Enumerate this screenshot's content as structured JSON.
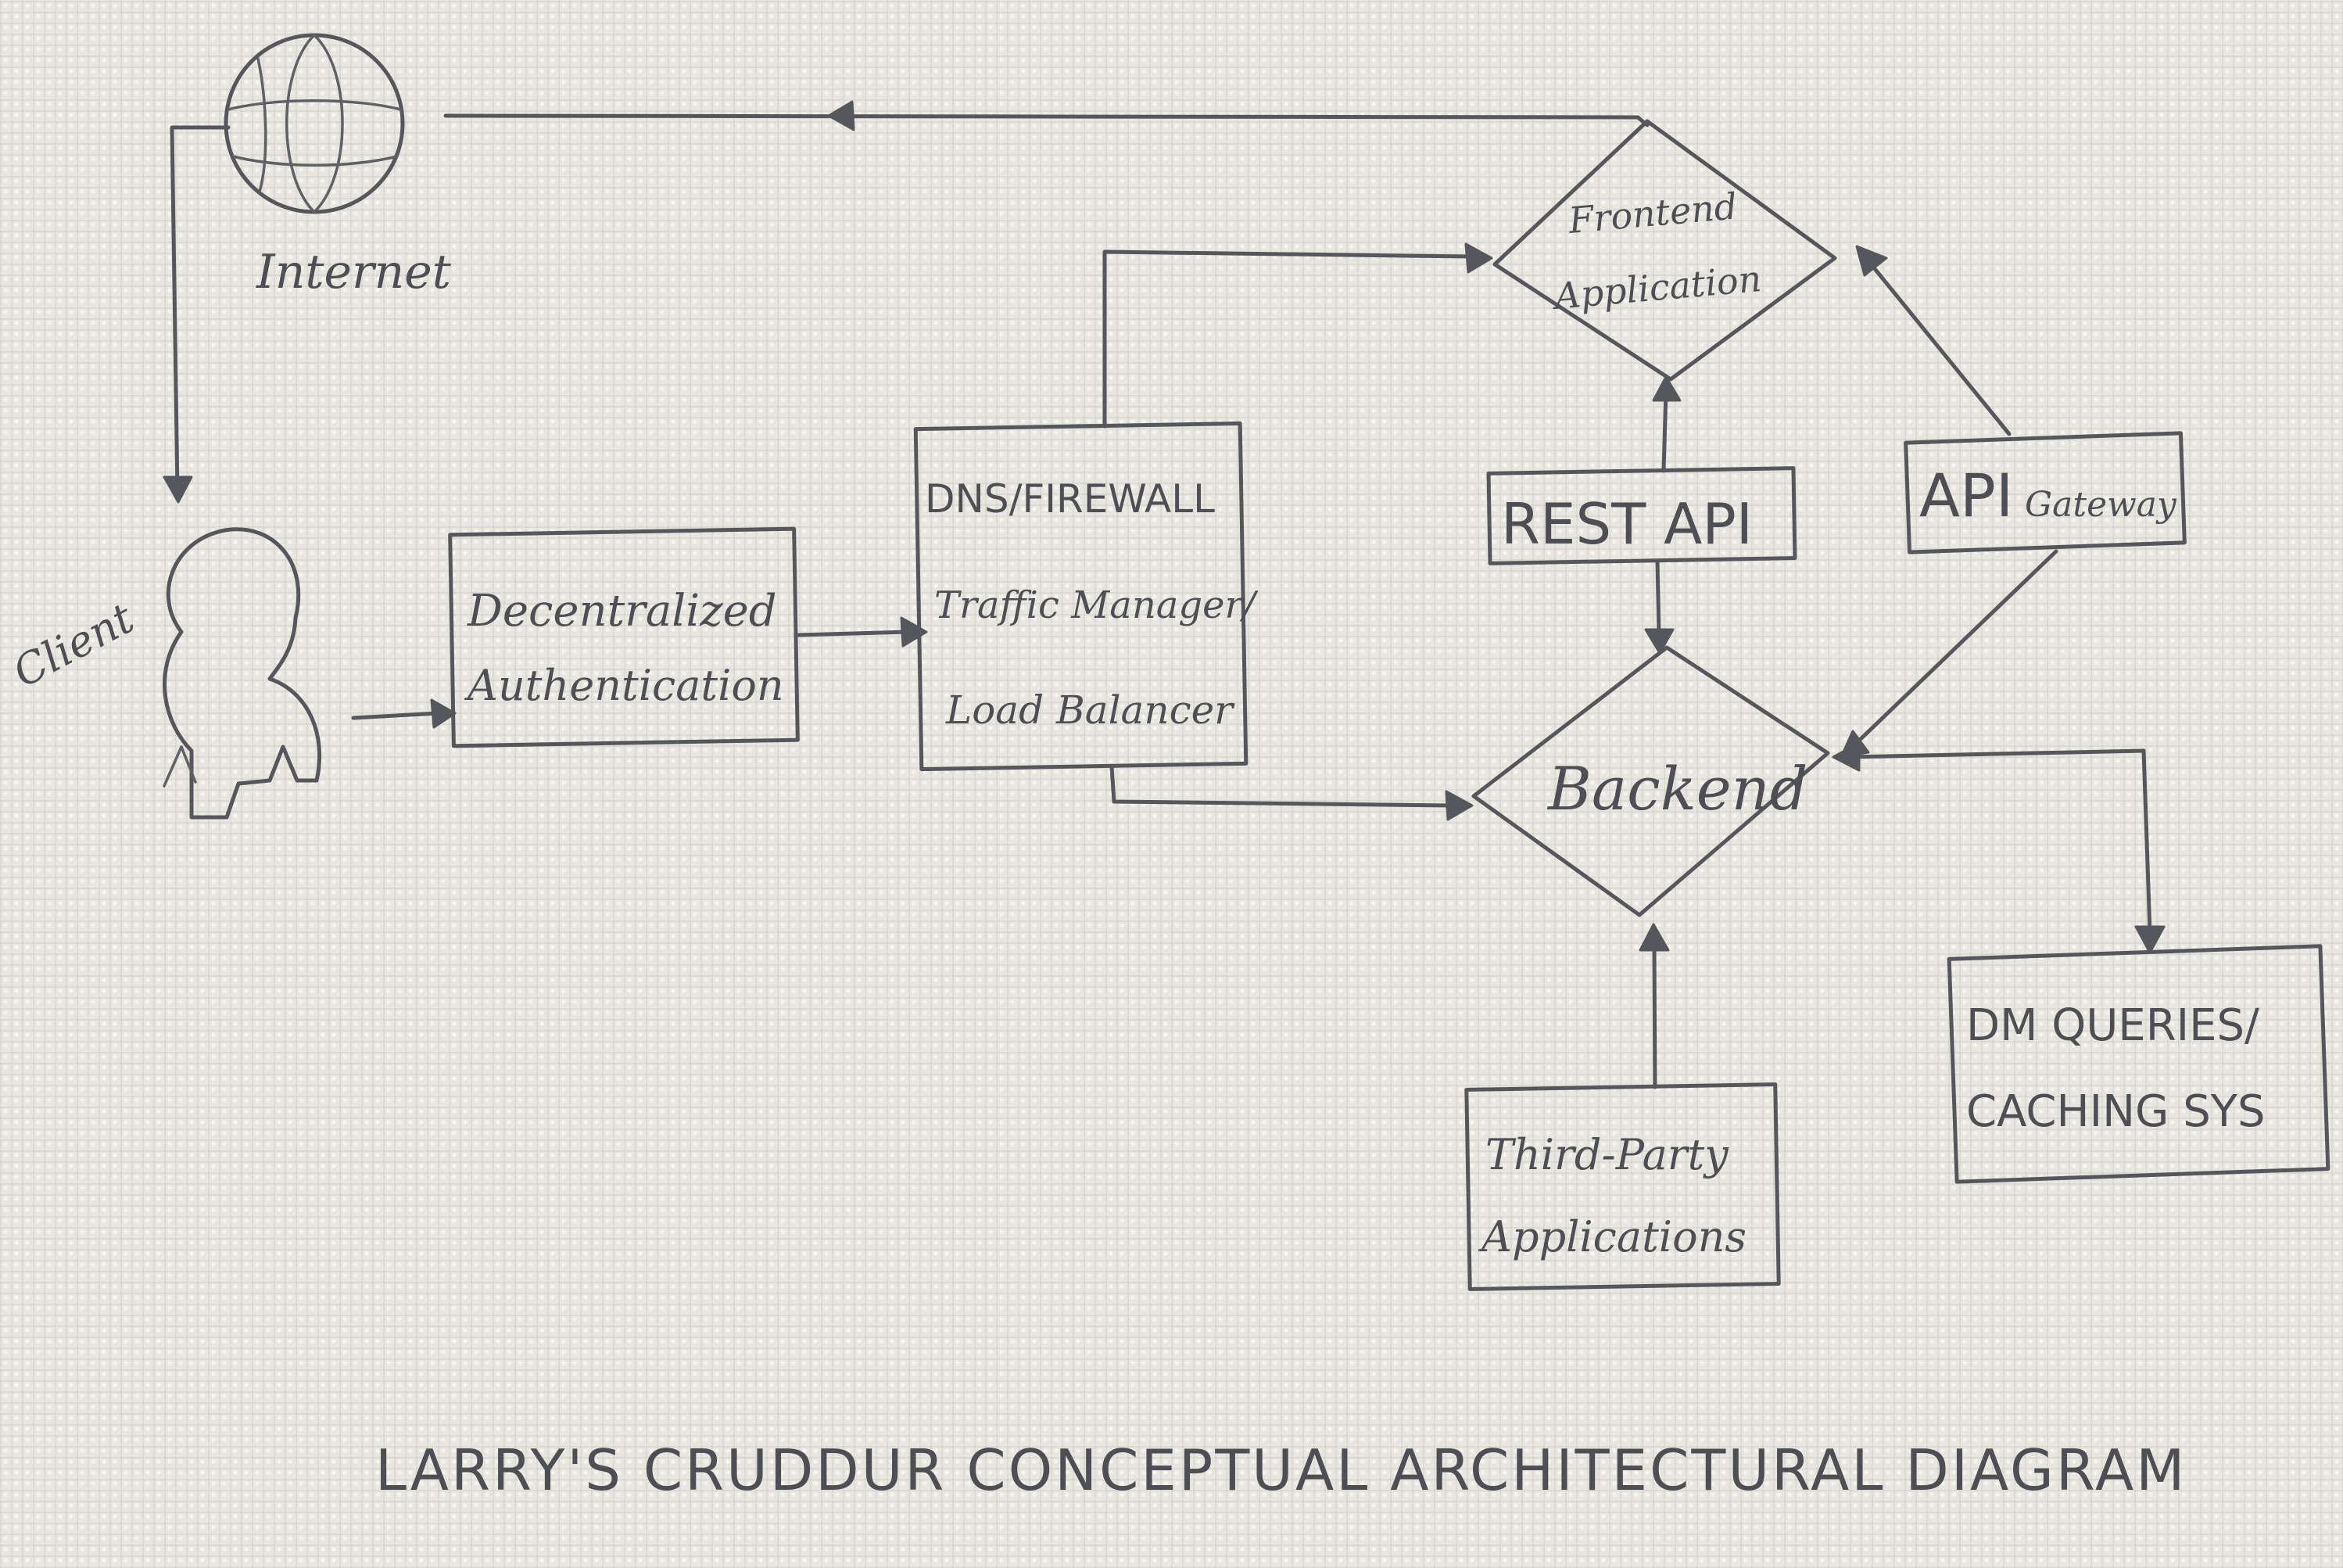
{
  "title": "LARRY'S CRUDDUR CONCEPTUAL ARCHITECTURAL DIAGRAM",
  "nodes": {
    "internet": "Internet",
    "client": "Client",
    "auth": [
      "Decentralized",
      "Authentication"
    ],
    "dns": [
      "DNS/FIREWALL",
      "Traffic Manager/",
      "Load Balancer"
    ],
    "frontend": [
      "Frontend",
      "Application"
    ],
    "rest_api": "REST API",
    "api_gateway": [
      "API",
      "Gateway"
    ],
    "backend": "Backend",
    "third_party": [
      "Third-Party",
      "Applications"
    ],
    "db": [
      "DM QUERIES/",
      "CACHING SYS"
    ]
  },
  "colors": {
    "paper": "#e8e7df",
    "ink": "#55575c"
  }
}
